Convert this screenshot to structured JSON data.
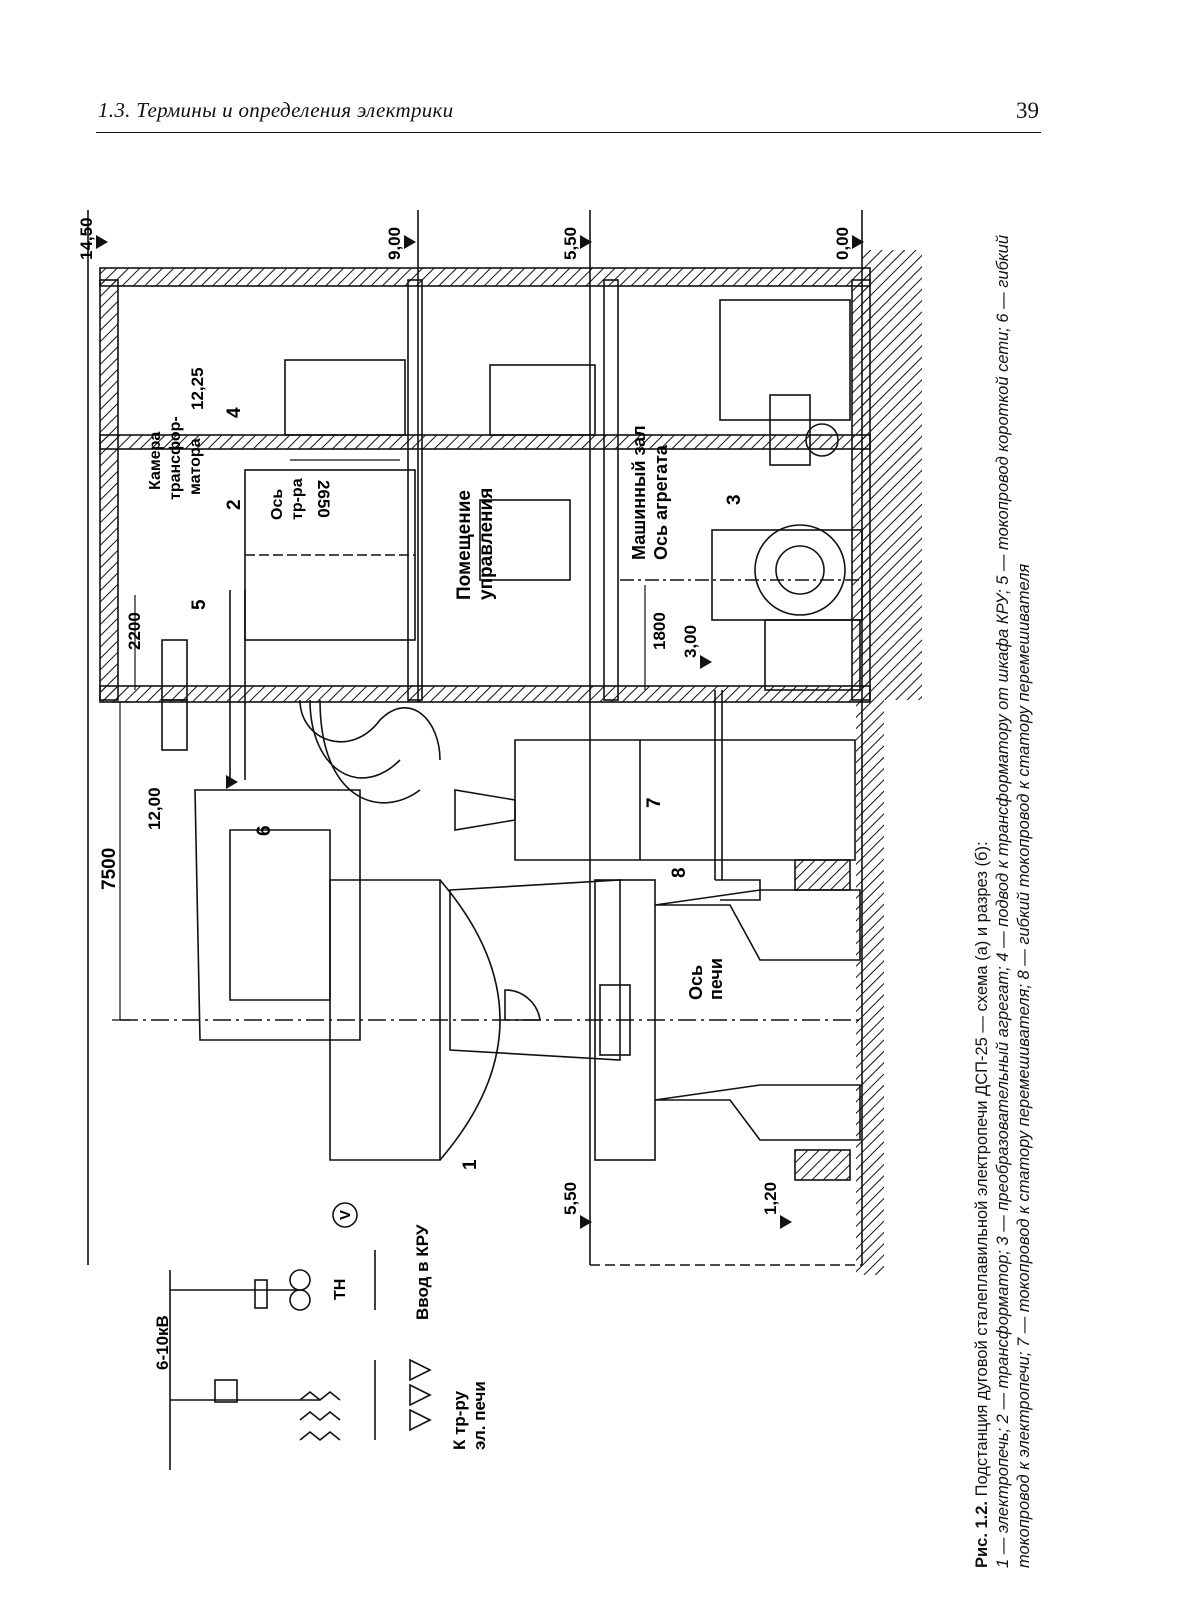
{
  "header": {
    "title": "1.3. Термины и определения электрики",
    "page_number": "39"
  },
  "figure": {
    "labels": {
      "elev_1450": "14,50",
      "elev_900": "9,00",
      "elev_550_right": "5,50",
      "elev_000": "0,00",
      "elev_1225": "12,25",
      "elev_1200": "12,00",
      "elev_550_left": "5,50",
      "elev_120": "1,20",
      "elev_300": "3,00",
      "dim_7500": "7500",
      "dim_2200": "2200",
      "dim_2650": "2650",
      "dim_1800": "1800",
      "room_transformer_1": "Камера",
      "room_transformer_2": "трансфор-",
      "room_transformer_3": "матора",
      "axis_transformer_1": "Ось",
      "axis_transformer_2": "тр-ра",
      "room_control_1": "Помещение",
      "room_control_2": "управления",
      "room_machine_1": "Машинный зал",
      "room_machine_2": "Ось агрегата",
      "axis_furnace_1": "Ось",
      "axis_furnace_2": "печи",
      "num_1": "1",
      "num_2": "2",
      "num_3": "3",
      "num_4": "4",
      "num_5": "5",
      "num_6": "6",
      "num_7": "7",
      "num_8": "8",
      "scheme_voltage": "6-10кВ",
      "scheme_tn": "ТН",
      "scheme_v": "V",
      "scheme_kru": "Ввод в КРУ",
      "scheme_furnace_1": "К тр-ру",
      "scheme_furnace_2": "эл. печи"
    }
  },
  "caption": {
    "lead": "Рис. 1.2.",
    "text": " Подстанция дуговой сталеплавильной электропечи ДСП-25 — схема (а) и разрез (б):",
    "legend": "1 — электропечь; 2 — трансформатор; 3 — преобразовательный агрегат; 4 — подвод к трансформатору от шкафа КРУ; 5 — токопровод короткой сети; 6 — гибкий токопровод к электропечи; 7 — токопровод к статору перемешивателя; 8 — гибкий токопровод к статору перемешивателя"
  }
}
